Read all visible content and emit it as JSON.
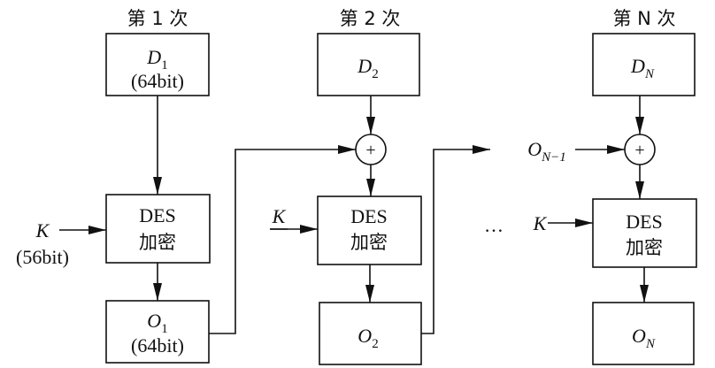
{
  "diagram": {
    "title": "DES CBC encryption chain",
    "columns": [
      {
        "header": "第 1 次",
        "input": {
          "var": "D",
          "sub": "1",
          "note": "(64bit)"
        },
        "cipher": {
          "line1": "DES",
          "line2": "加密"
        },
        "key": {
          "var": "K",
          "note": "(56bit)"
        },
        "output": {
          "var": "O",
          "sub": "1",
          "note": "(64bit)"
        }
      },
      {
        "header": "第 2 次",
        "input": {
          "var": "D",
          "sub": "2"
        },
        "xor": "+",
        "cipher": {
          "line1": "DES",
          "line2": "加密"
        },
        "key": {
          "var": "K"
        },
        "output": {
          "var": "O",
          "sub": "2"
        }
      },
      {
        "header": "第 N 次",
        "input": {
          "var": "D",
          "sub": "N"
        },
        "xor": "+",
        "prev_output": {
          "var": "O",
          "sub": "N−1"
        },
        "cipher": {
          "line1": "DES",
          "line2": "加密"
        },
        "key": {
          "var": "K"
        },
        "output": {
          "var": "O",
          "sub": "N"
        }
      }
    ],
    "ellipsis": "…"
  }
}
